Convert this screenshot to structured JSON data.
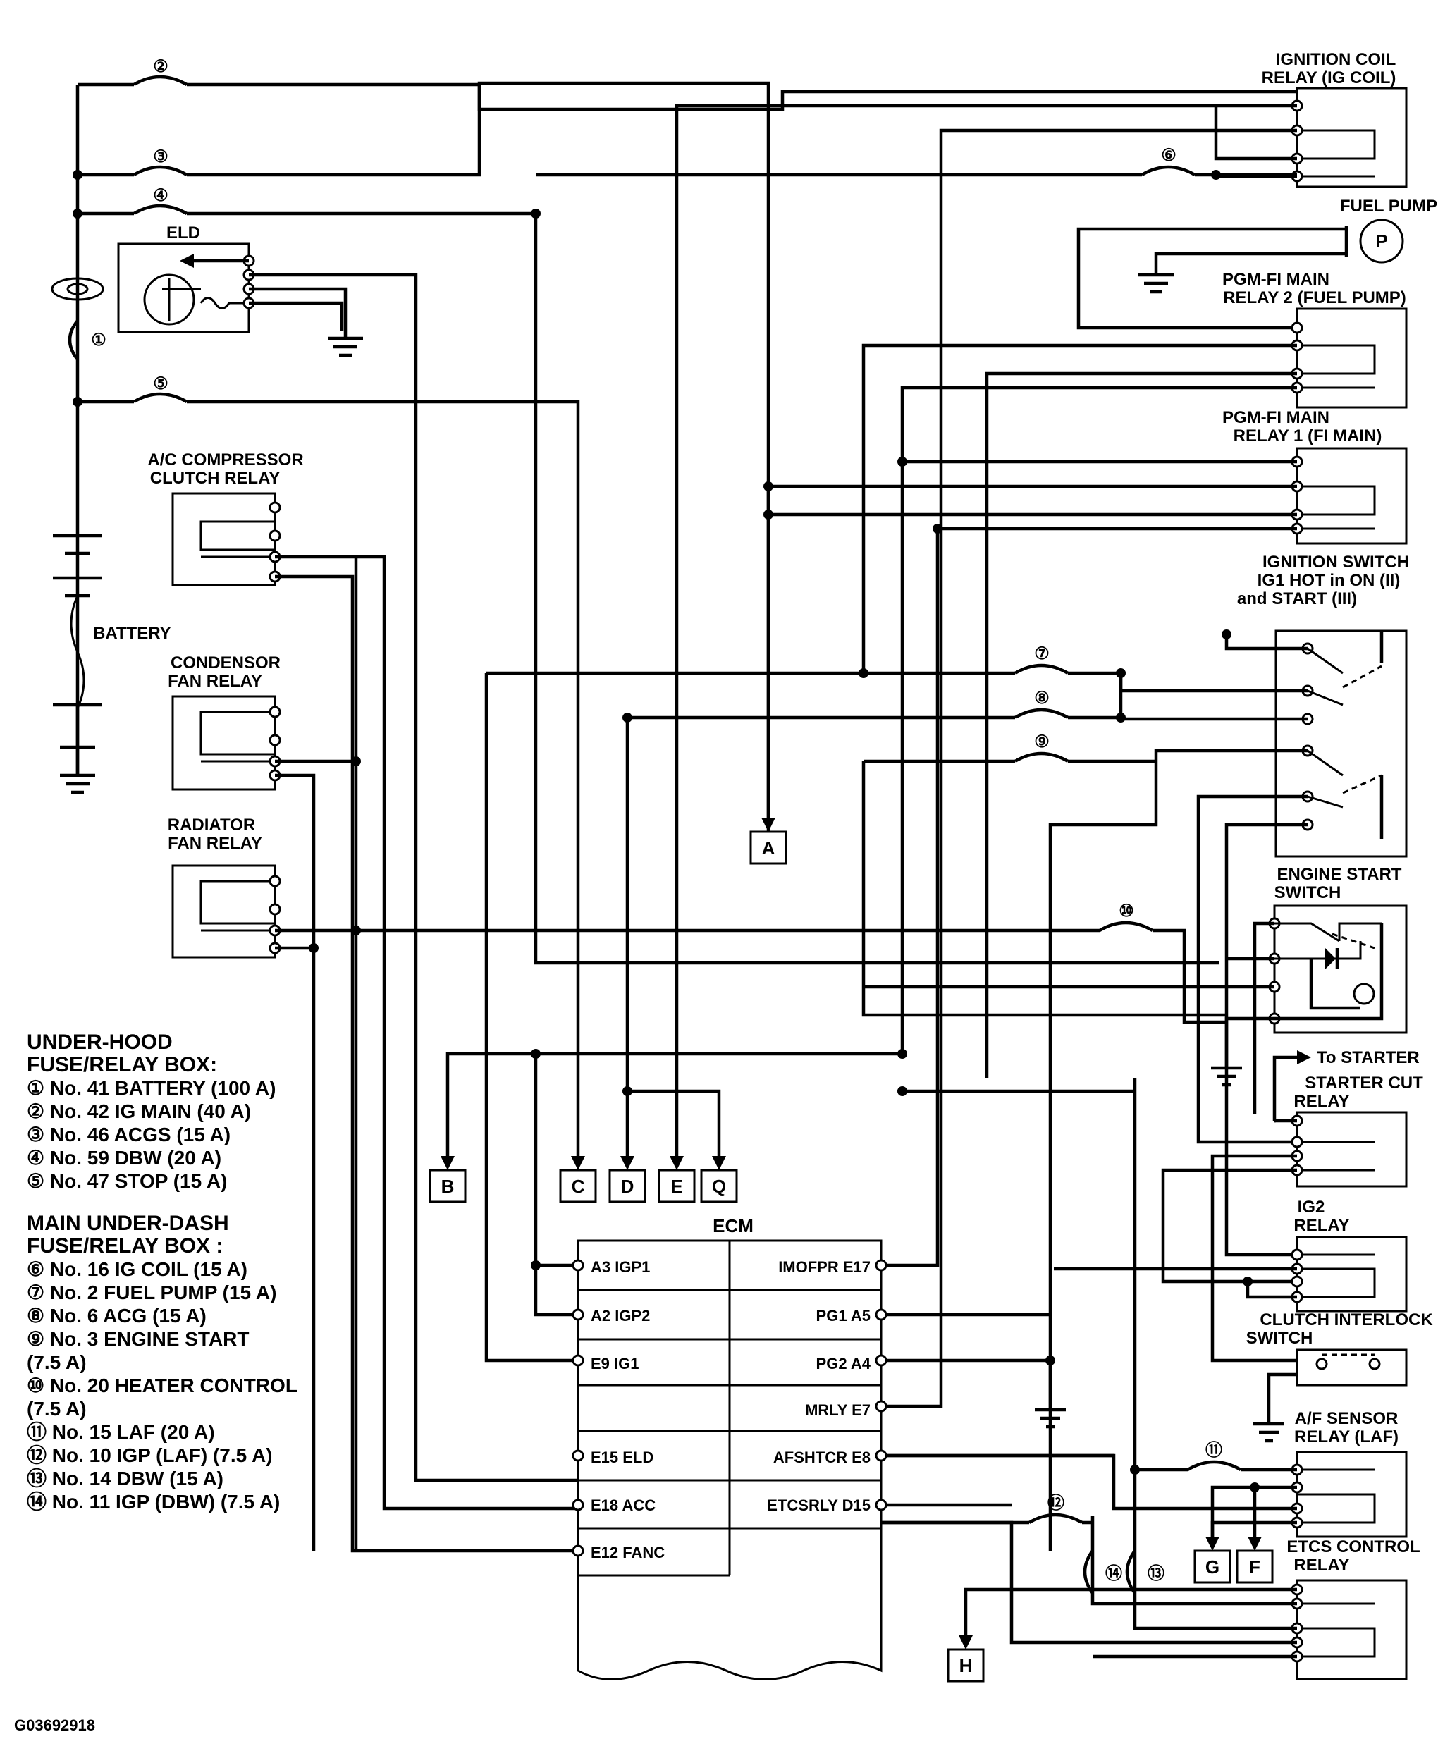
{
  "labels": {
    "ig_coil_relay": [
      "IGNITION COIL",
      "RELAY (IG COIL)"
    ],
    "fuel_pump": "FUEL PUMP",
    "pump_symbol": "P",
    "pgm_fi_relay2": [
      "PGM-FI MAIN",
      "RELAY 2 (FUEL PUMP)"
    ],
    "pgm_fi_relay1": [
      "PGM-FI MAIN",
      "RELAY 1 (FI MAIN)"
    ],
    "ignition_switch": [
      "IGNITION SWITCH",
      "IG1 HOT in ON (II)",
      "and START (III)"
    ],
    "engine_start_switch": [
      "ENGINE START",
      "SWITCH"
    ],
    "to_starter": "To STARTER",
    "starter_cut_relay": [
      "STARTER CUT",
      "RELAY"
    ],
    "ig2_relay": [
      "IG2",
      "RELAY"
    ],
    "clutch_interlock": [
      "CLUTCH INTERLOCK",
      "SWITCH"
    ],
    "af_sensor_relay": [
      "A/F SENSOR",
      "RELAY (LAF)"
    ],
    "etcs_relay": [
      "ETCS CONTROL",
      "RELAY"
    ],
    "eld": "ELD",
    "battery": "BATTERY",
    "ac_relay": [
      "A/C COMPRESSOR",
      "CLUTCH RELAY"
    ],
    "condensor_relay": [
      "CONDENSOR",
      "FAN RELAY"
    ],
    "radiator_relay": [
      "RADIATOR",
      "FAN RELAY"
    ],
    "ecm": "ECM",
    "figure_id": "G03692918"
  },
  "connectors": [
    "A",
    "B",
    "C",
    "D",
    "E",
    "Q",
    "G",
    "F",
    "H"
  ],
  "fuse_numbers": [
    "①",
    "②",
    "③",
    "④",
    "⑤",
    "⑥",
    "⑦",
    "⑧",
    "⑨",
    "⑩",
    "⑪",
    "⑫",
    "⑬",
    "⑭"
  ],
  "ecm_left_pins": [
    "A3 IGP1",
    "A2 IGP2",
    "E9 IG1",
    "",
    "E15 ELD",
    "E18 ACC",
    "E12 FANC"
  ],
  "ecm_right_pins": [
    "IMOFPR E17",
    "PG1 A5",
    "PG2 A4",
    "MRLY E7",
    "AFSHTCR E8",
    "ETCSRLY D15"
  ],
  "legend": {
    "underhood_title": [
      "UNDER-HOOD",
      "FUSE/RELAY BOX:"
    ],
    "underhood_items": [
      "① No. 41 BATTERY (100 A)",
      "② No. 42 IG MAIN (40 A)",
      "③ No. 46 ACGS (15 A)",
      "④ No. 59 DBW (20 A)",
      "⑤ No. 47 STOP (15 A)"
    ],
    "underdash_title": [
      "MAIN UNDER-DASH",
      "FUSE/RELAY BOX :"
    ],
    "underdash_items": [
      "⑥ No. 16 IG COIL (15 A)",
      "⑦ No. 2 FUEL PUMP (15 A)",
      "⑧ No. 6 ACG (15 A)",
      "⑨ No. 3 ENGINE START",
      "(7.5 A)",
      "⑩ No. 20 HEATER CONTROL",
      "(7.5 A)",
      "⑪ No. 15 LAF (20 A)",
      "⑫ No. 10 IGP (LAF) (7.5 A)",
      "⑬ No. 14 DBW (15 A)",
      "⑭ No. 11 IGP (DBW) (7.5 A)"
    ]
  }
}
